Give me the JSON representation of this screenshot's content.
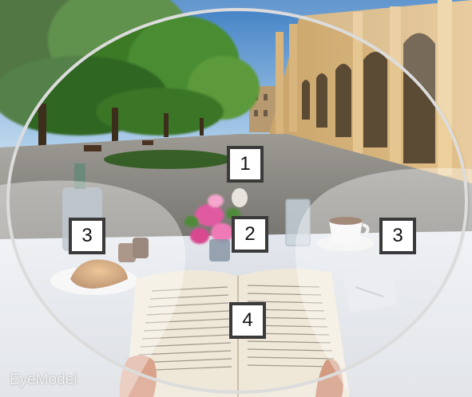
{
  "zones": [
    {
      "id": "far",
      "label": "1"
    },
    {
      "id": "intermediate",
      "label": "2"
    },
    {
      "id": "peripheral-left",
      "label": "3"
    },
    {
      "id": "peripheral-right",
      "label": "3"
    },
    {
      "id": "near",
      "label": "4"
    }
  ],
  "watermark": "EyeModel",
  "colors": {
    "lens_outline": "#dcdcdc",
    "label_border": "#3a3a3a",
    "peripheral_overlay": "#ffffff"
  }
}
